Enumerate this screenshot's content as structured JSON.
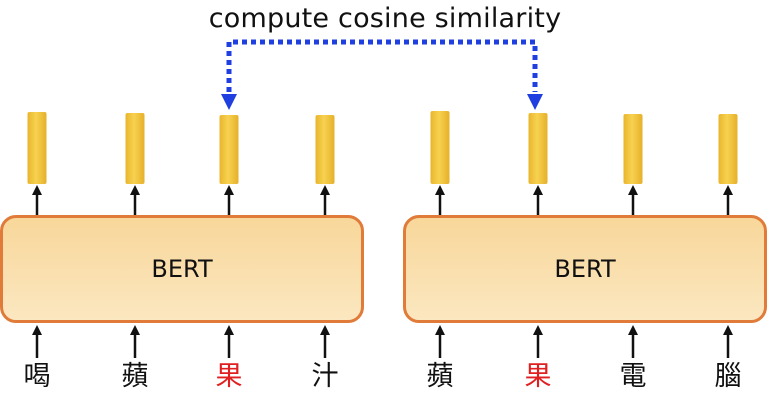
{
  "title": "compute cosine similarity",
  "colors": {
    "vector_fill": "#f2c53d",
    "box_border": "#e07b39",
    "dotted_arrow": "#1f3fe0",
    "highlight_token": "#e02020"
  },
  "models": [
    {
      "label": "BERT",
      "tokens": [
        {
          "text": "喝",
          "highlight": false
        },
        {
          "text": "蘋",
          "highlight": false
        },
        {
          "text": "果",
          "highlight": true
        },
        {
          "text": "汁",
          "highlight": false
        }
      ]
    },
    {
      "label": "BERT",
      "tokens": [
        {
          "text": "蘋",
          "highlight": false
        },
        {
          "text": "果",
          "highlight": true
        },
        {
          "text": "電",
          "highlight": false
        },
        {
          "text": "腦",
          "highlight": false
        }
      ]
    }
  ]
}
